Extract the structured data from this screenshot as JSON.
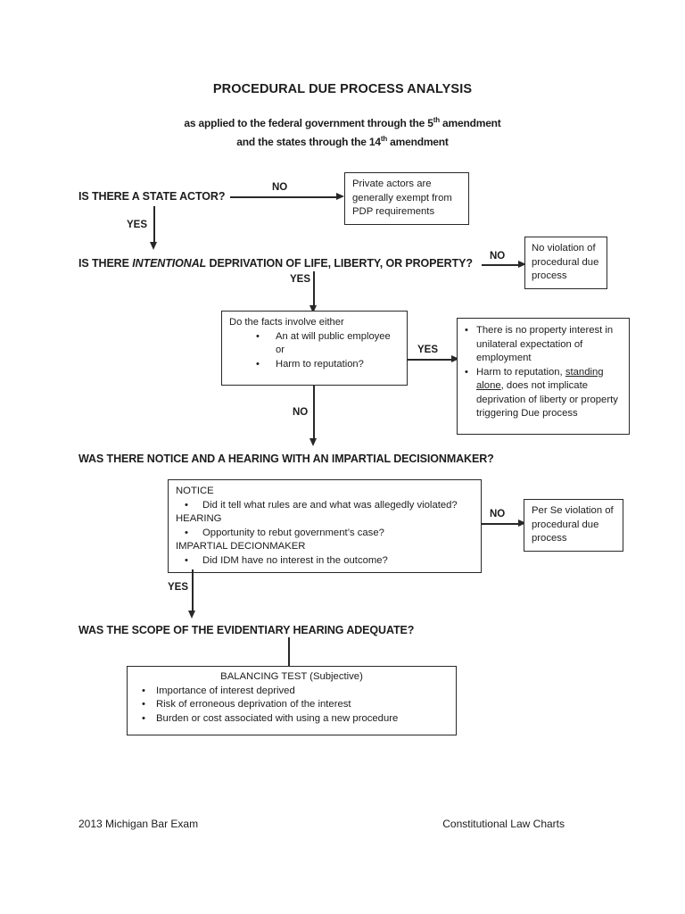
{
  "colors": {
    "ink": "#1c1c1c",
    "line": "#282828",
    "paper": "#ffffff"
  },
  "header": {
    "title": "PROCEDURAL DUE PROCESS ANALYSIS",
    "subtitle1": {
      "pre": "as applied to the federal government through the 5",
      "sup": "th",
      "post": " amendment"
    },
    "subtitle2": {
      "pre": "and the states through the 14",
      "sup": "th",
      "post": " amendment"
    }
  },
  "questions": {
    "state_actor": "IS THERE A STATE ACTOR?",
    "deprivation": {
      "pre": "IS THERE ",
      "italic": "INTENTIONAL",
      "post": " DEPRIVATION OF LIFE, LIBERTY, OR PROPERTY?"
    },
    "notice_hearing": "WAS THERE NOTICE AND A HEARING WITH AN IMPARTIAL DECISIONMAKER?",
    "scope": "WAS THE SCOPE OF THE EVIDENTIARY HEARING ADEQUATE?"
  },
  "edges": {
    "q1_no": "NO",
    "q1_yes": "YES",
    "q2_no": "NO",
    "q2_yes": "YES",
    "facts_yes": "YES",
    "facts_no": "NO",
    "notice_no": "NO",
    "notice_yes": "YES"
  },
  "boxes": {
    "private_actors": "Private actors are generally exempt from PDP requirements",
    "no_violation": "No violation of procedural due process",
    "facts": {
      "intro": "Do the facts involve either",
      "bullet1_line1": "An at will public employee",
      "bullet1_line2": "or",
      "bullet2": "Harm to reputation?"
    },
    "property_interest": {
      "bullet1": "There is no property interest in unilateral expectation of employment",
      "bullet2": {
        "pre": "Harm to reputation, ",
        "underline": "standing alone",
        "post": ", does not implicate deprivation of liberty or property triggering Due process"
      }
    },
    "notice_detail": {
      "h1": "NOTICE",
      "b1": "Did it tell what rules are and what was allegedly violated?",
      "h2": "HEARING",
      "b2": "Opportunity to rebut government’s case?",
      "h3": "IMPARTIAL DECIONMAKER",
      "b3": "Did IDM have no interest in the outcome?"
    },
    "per_se": "Per Se violation of procedural due process",
    "balancing": {
      "title": "BALANCING TEST (Subjective)",
      "bullet1": "Importance of interest deprived",
      "bullet2": "Risk of erroneous deprivation of the interest",
      "bullet3": "Burden or cost associated with using a new procedure"
    }
  },
  "footer": {
    "left": "2013 Michigan Bar Exam",
    "right": "Constitutional Law Charts"
  }
}
